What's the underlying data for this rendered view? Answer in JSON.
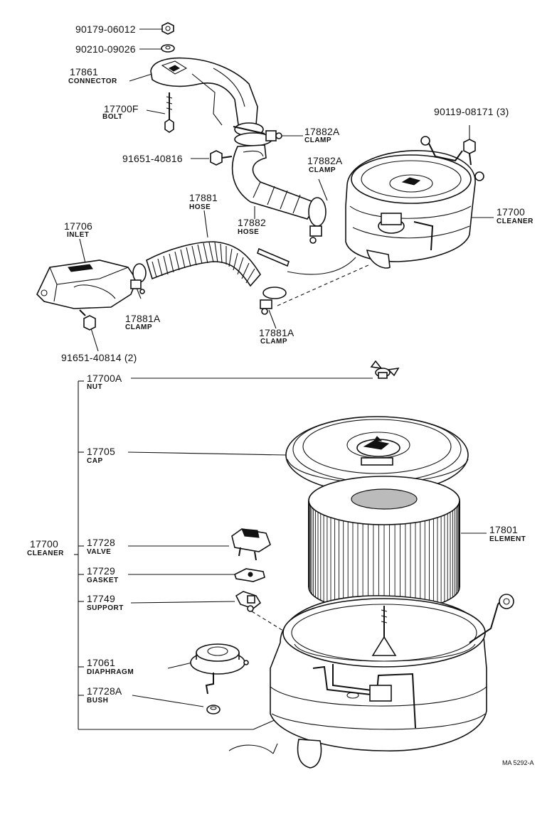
{
  "diagram": {
    "code": "MA  5292-A",
    "labels": {
      "nut_upper": {
        "part": "90179-06012"
      },
      "washer": {
        "part": "90210-09026"
      },
      "connector": {
        "part": "17861",
        "name": "CONNECTOR"
      },
      "bolt": {
        "part": "17700F",
        "name": "BOLT"
      },
      "clamp_17882a_1": {
        "part": "17882A",
        "name": "CLAMP"
      },
      "bolt_91651_40816": {
        "part": "91651-40816"
      },
      "bolt_90119": {
        "part": "90119-08171 (3)"
      },
      "clamp_17882a_2": {
        "part": "17882A",
        "name": "CLAMP"
      },
      "hose_17881": {
        "part": "17881",
        "name": "HOSE"
      },
      "inlet": {
        "part": "17706",
        "name": "INLET"
      },
      "hose_17882": {
        "part": "17882",
        "name": "HOSE"
      },
      "cleaner_top": {
        "part": "17700",
        "name": "CLEANER"
      },
      "clamp_17881a_1": {
        "part": "17881A",
        "name": "CLAMP"
      },
      "clamp_17881a_2": {
        "part": "17881A",
        "name": "CLAMP"
      },
      "bolt_91651_40814": {
        "part": "91651-40814 (2)"
      },
      "nut_17700a": {
        "part": "17700A",
        "name": "NUT"
      },
      "cap": {
        "part": "17705",
        "name": "CAP"
      },
      "cleaner_group": {
        "part": "17700",
        "name": "CLEANER"
      },
      "valve": {
        "part": "17728",
        "name": "VALVE"
      },
      "element": {
        "part": "17801",
        "name": "ELEMENT"
      },
      "gasket": {
        "part": "17729",
        "name": "GASKET"
      },
      "support": {
        "part": "17749",
        "name": "SUPPORT"
      },
      "diaphragm": {
        "part": "17061",
        "name": "DIAPHRAGM"
      },
      "bush": {
        "part": "17728A",
        "name": "BUSH"
      }
    }
  }
}
